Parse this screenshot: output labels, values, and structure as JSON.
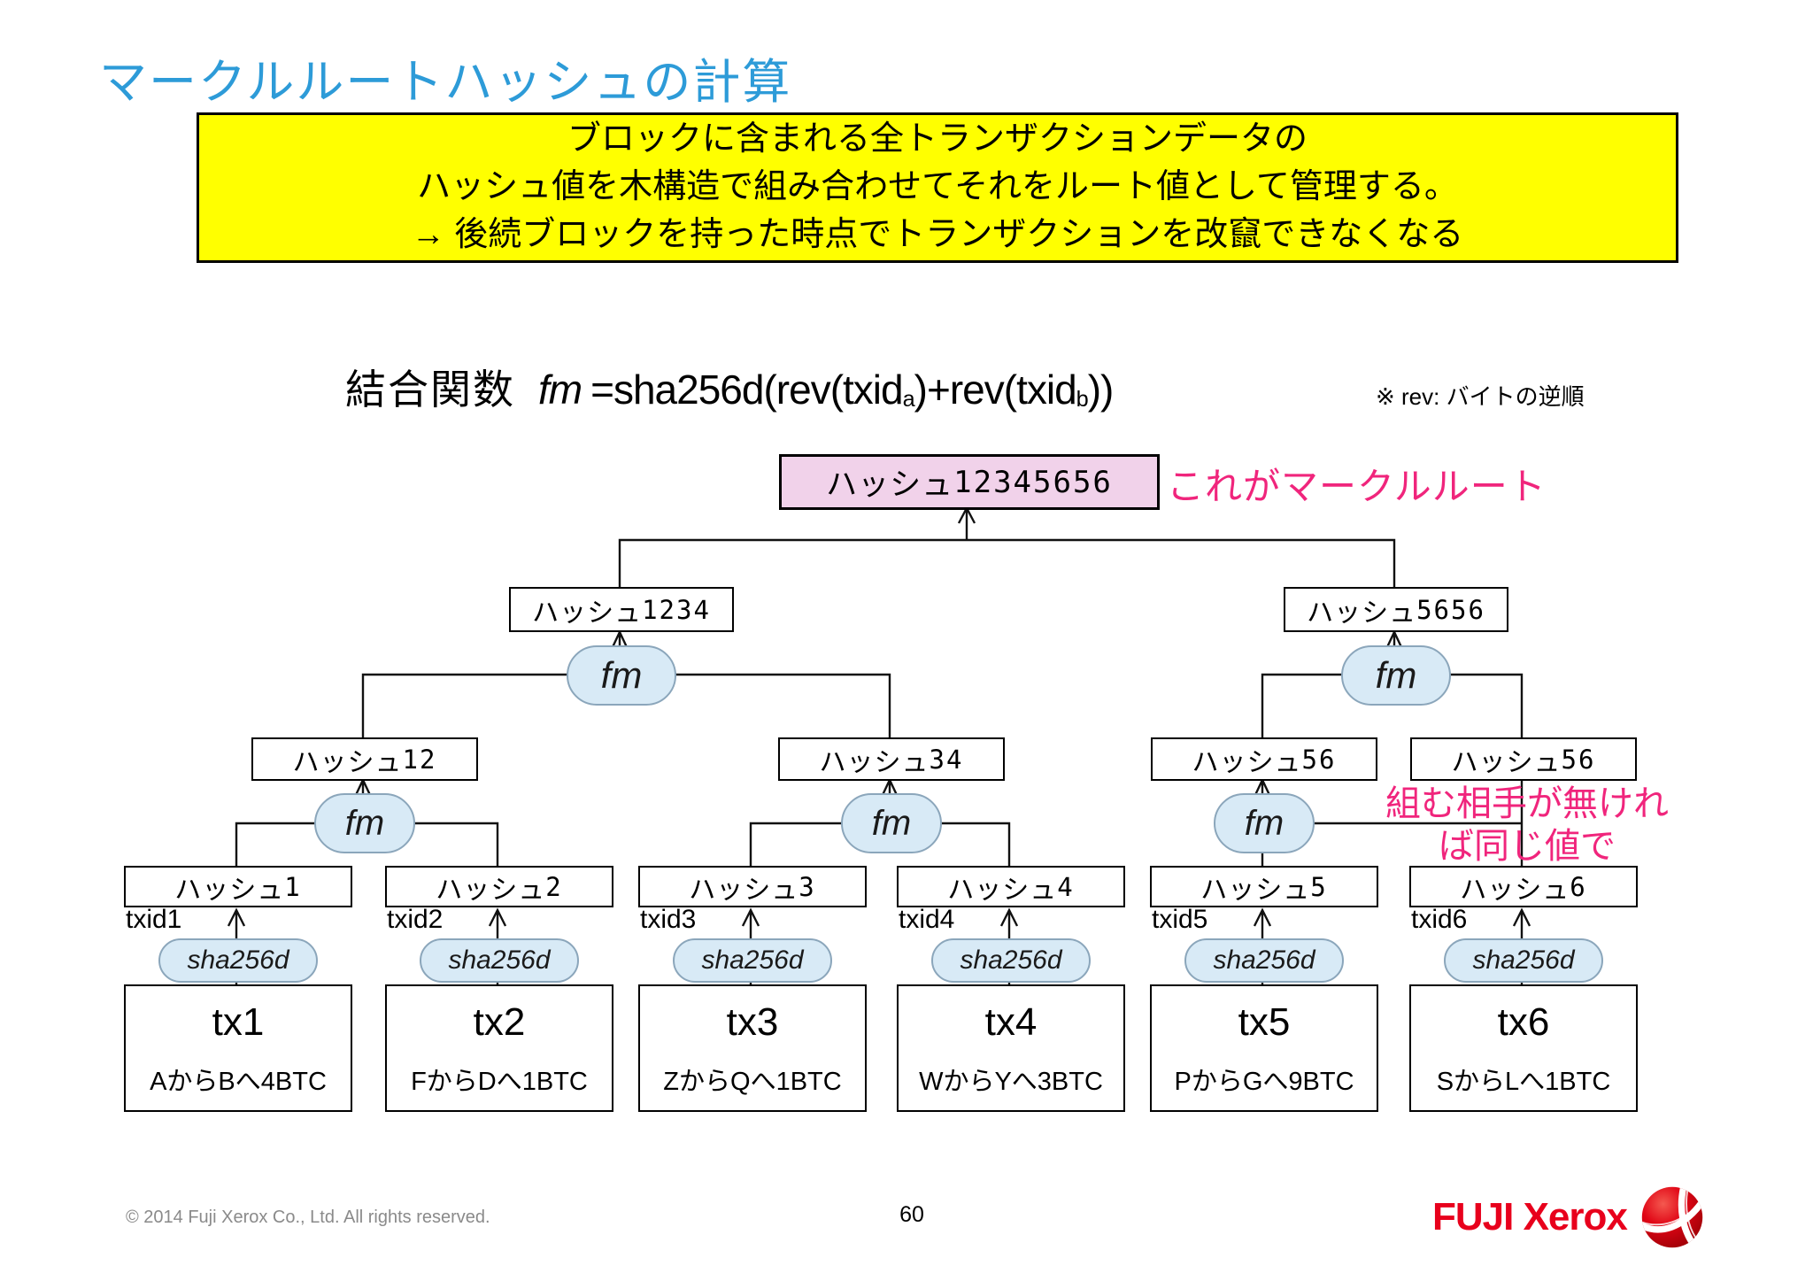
{
  "slide": {
    "title": "マークルルートハッシュの計算",
    "callout": {
      "lines": [
        "ブロックに含まれる全トランザクションデータの",
        "ハッシュ値を木構造で組み合わせてそれをルート値として管理する。",
        "→ 後続ブロックを持った時点でトランザクションを改竄できなくなる"
      ]
    },
    "formula": {
      "label": "結合関数",
      "fn": "fm",
      "body_1": "=sha256d(rev(txid",
      "sub_a": "a",
      "body_2": ")+rev(txid",
      "sub_b": "b",
      "body_3": "))",
      "note": "※ rev: バイトの逆順"
    },
    "colors": {
      "title_blue": "#2d9bd8",
      "callout_yellow": "#ffff00",
      "annotation_pink": "#f0257c",
      "root_box_fill": "#f1d2ea",
      "node_fill": "#d8eaf6",
      "logo_red": "#e8001c"
    }
  },
  "tree": {
    "hash_prefix": "ハッシュ",
    "fm_label": "fm",
    "sha_label": "sha256d",
    "root": {
      "value": "12345656"
    },
    "root_note": "これがマークルルート",
    "dup_note_line1": "組む相手が無けれ",
    "dup_note_line2": "ば同じ値で",
    "level2": [
      {
        "value": "1234"
      },
      {
        "value": "5656"
      }
    ],
    "level3": [
      {
        "value": "12"
      },
      {
        "value": "34"
      },
      {
        "value": "56"
      },
      {
        "value": "56"
      }
    ],
    "leaves": [
      {
        "hash": "1",
        "txid": "txid1",
        "tx": "tx1",
        "detail": "AからBへ4BTC"
      },
      {
        "hash": "2",
        "txid": "txid2",
        "tx": "tx2",
        "detail": "FからDへ1BTC"
      },
      {
        "hash": "3",
        "txid": "txid3",
        "tx": "tx3",
        "detail": "ZからQへ1BTC"
      },
      {
        "hash": "4",
        "txid": "txid4",
        "tx": "tx4",
        "detail": "WからYへ3BTC"
      },
      {
        "hash": "5",
        "txid": "txid5",
        "tx": "tx5",
        "detail": "PからGへ9BTC"
      },
      {
        "hash": "6",
        "txid": "txid6",
        "tx": "tx6",
        "detail": "SからLへ1BTC"
      }
    ]
  },
  "footer": {
    "copyright": "© 2014 Fuji Xerox Co., Ltd. All rights reserved.",
    "page": "60",
    "logo_text": "FUJI Xerox"
  }
}
